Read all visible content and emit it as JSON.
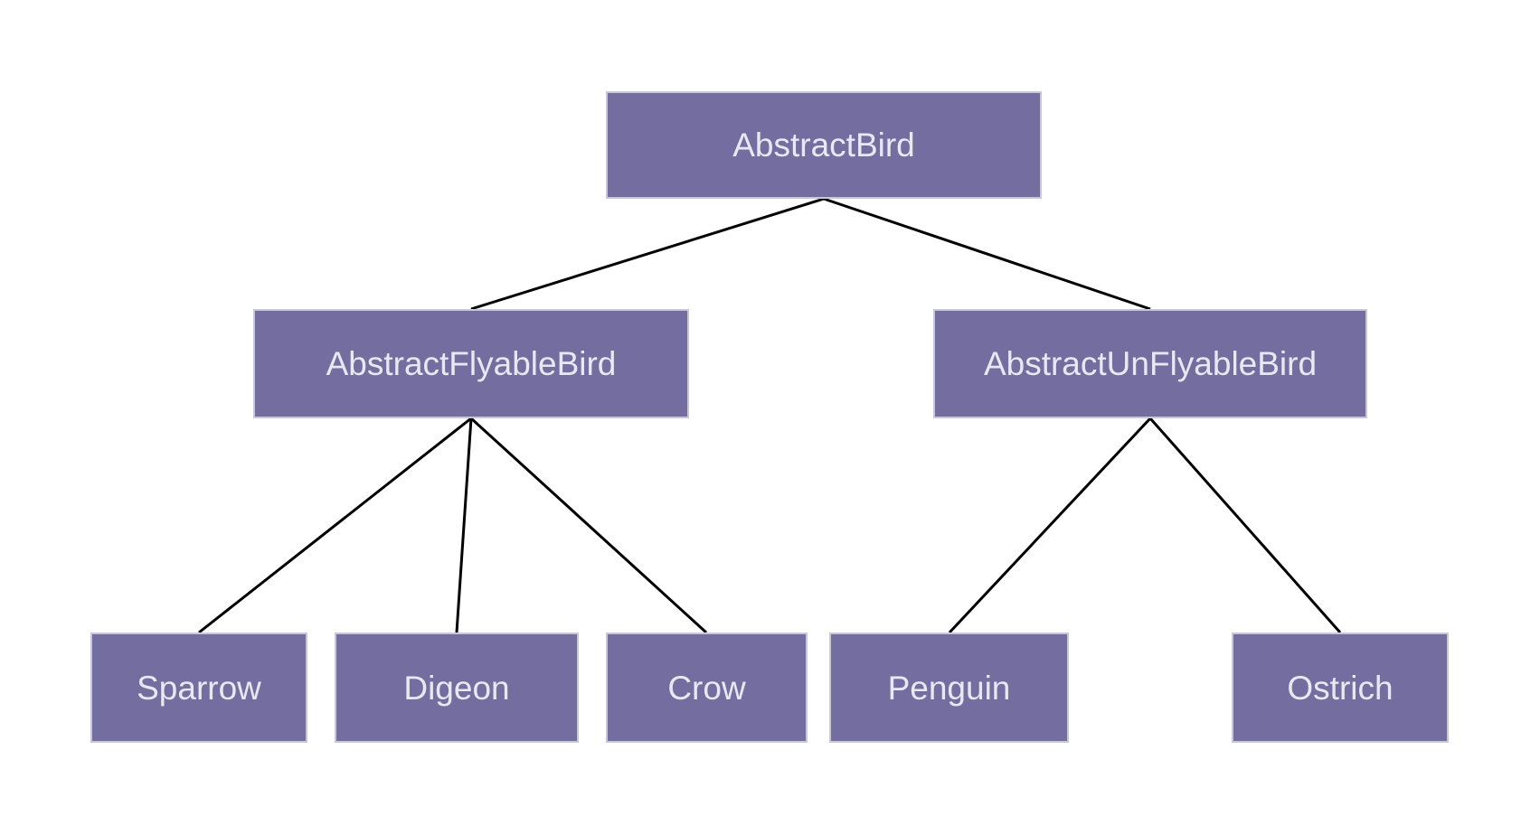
{
  "diagram": {
    "type": "class-hierarchy-tree",
    "colors": {
      "node_fill": "#746d9f",
      "node_border": "#c9c6da",
      "node_text": "#e9e7f3",
      "edge": "#000000",
      "background": "#ffffff"
    },
    "nodes": {
      "root": {
        "label": "AbstractBird"
      },
      "flyable": {
        "label": "AbstractFlyableBird"
      },
      "unflyable": {
        "label": "AbstractUnFlyableBird"
      },
      "sparrow": {
        "label": "Sparrow"
      },
      "digeon": {
        "label": "Digeon"
      },
      "crow": {
        "label": "Crow"
      },
      "penguin": {
        "label": "Penguin"
      },
      "ostrich": {
        "label": "Ostrich"
      }
    },
    "edges": [
      {
        "from": "AbstractBird",
        "to": "AbstractFlyableBird"
      },
      {
        "from": "AbstractBird",
        "to": "AbstractUnFlyableBird"
      },
      {
        "from": "AbstractFlyableBird",
        "to": "Sparrow"
      },
      {
        "from": "AbstractFlyableBird",
        "to": "Digeon"
      },
      {
        "from": "AbstractFlyableBird",
        "to": "Crow"
      },
      {
        "from": "AbstractUnFlyableBird",
        "to": "Penguin"
      },
      {
        "from": "AbstractUnFlyableBird",
        "to": "Ostrich"
      }
    ]
  }
}
